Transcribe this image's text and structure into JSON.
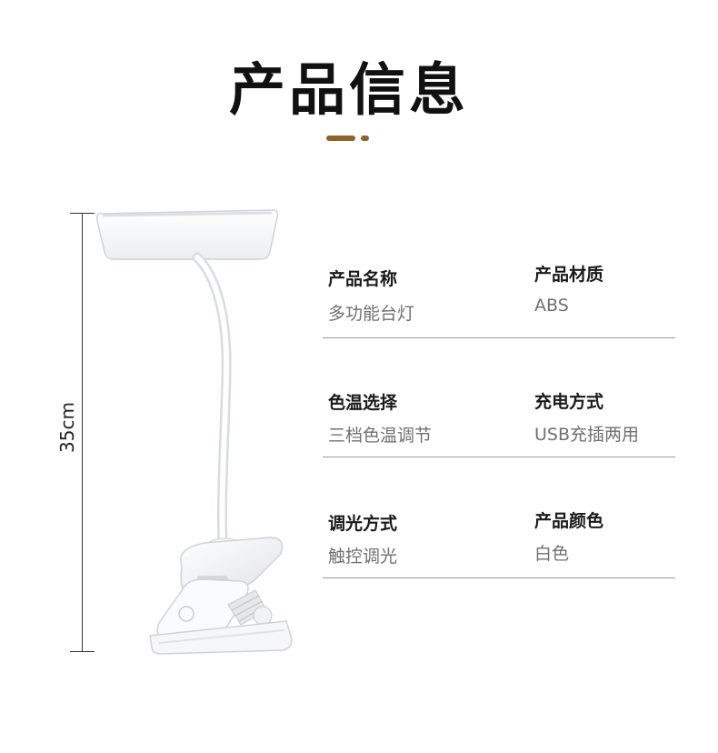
{
  "page": {
    "title": "产品信息",
    "accent_color": "#8a6532",
    "dimension_label": "35cm"
  },
  "specs": [
    {
      "label": "产品名称",
      "value": "多功能台灯"
    },
    {
      "label": "产品材质",
      "value": "ABS"
    },
    {
      "label": "色温选择",
      "value": "三档色温调节"
    },
    {
      "label": "充电方式",
      "value": "USB充插两用"
    },
    {
      "label": "调光方式",
      "value": "触控调光"
    },
    {
      "label": "产品颜色",
      "value": "白色"
    }
  ]
}
